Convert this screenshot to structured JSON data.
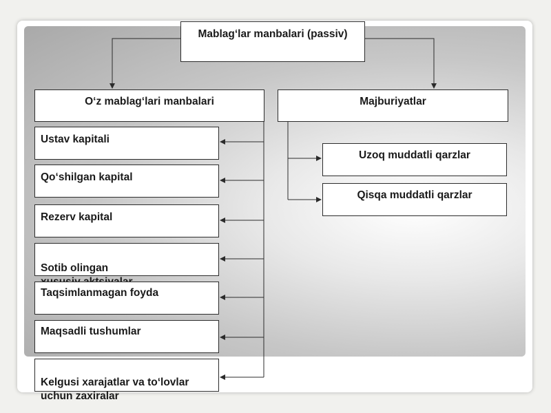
{
  "root": {
    "label": "Mablag‘lar manbalari (passiv)"
  },
  "own_sources": {
    "header": "O‘z mablag‘lari manbalari",
    "items": [
      {
        "label": "Ustav kapitali"
      },
      {
        "label": "Qo‘shilgan kapital"
      },
      {
        "label": "Rezerv kapital"
      },
      {
        "label": "Sotib olingan\nxususiy aktsiyalar"
      },
      {
        "label": "Taqsimlanmagan foyda"
      },
      {
        "label": "Maqsadli tushumlar"
      },
      {
        "label": "Kelgusi xarajatlar va to‘lovlar\nuchun zaxiralar"
      }
    ]
  },
  "liabilities": {
    "header": "Majburiyatlar",
    "items": [
      {
        "label": "Uzoq muddatli qarzlar"
      },
      {
        "label": "Qisqa muddatli qarzlar"
      }
    ]
  },
  "colors": {
    "line": "#2b2b2b",
    "box_bg": "#ffffff",
    "panel_edge": "#a9a9a9"
  }
}
